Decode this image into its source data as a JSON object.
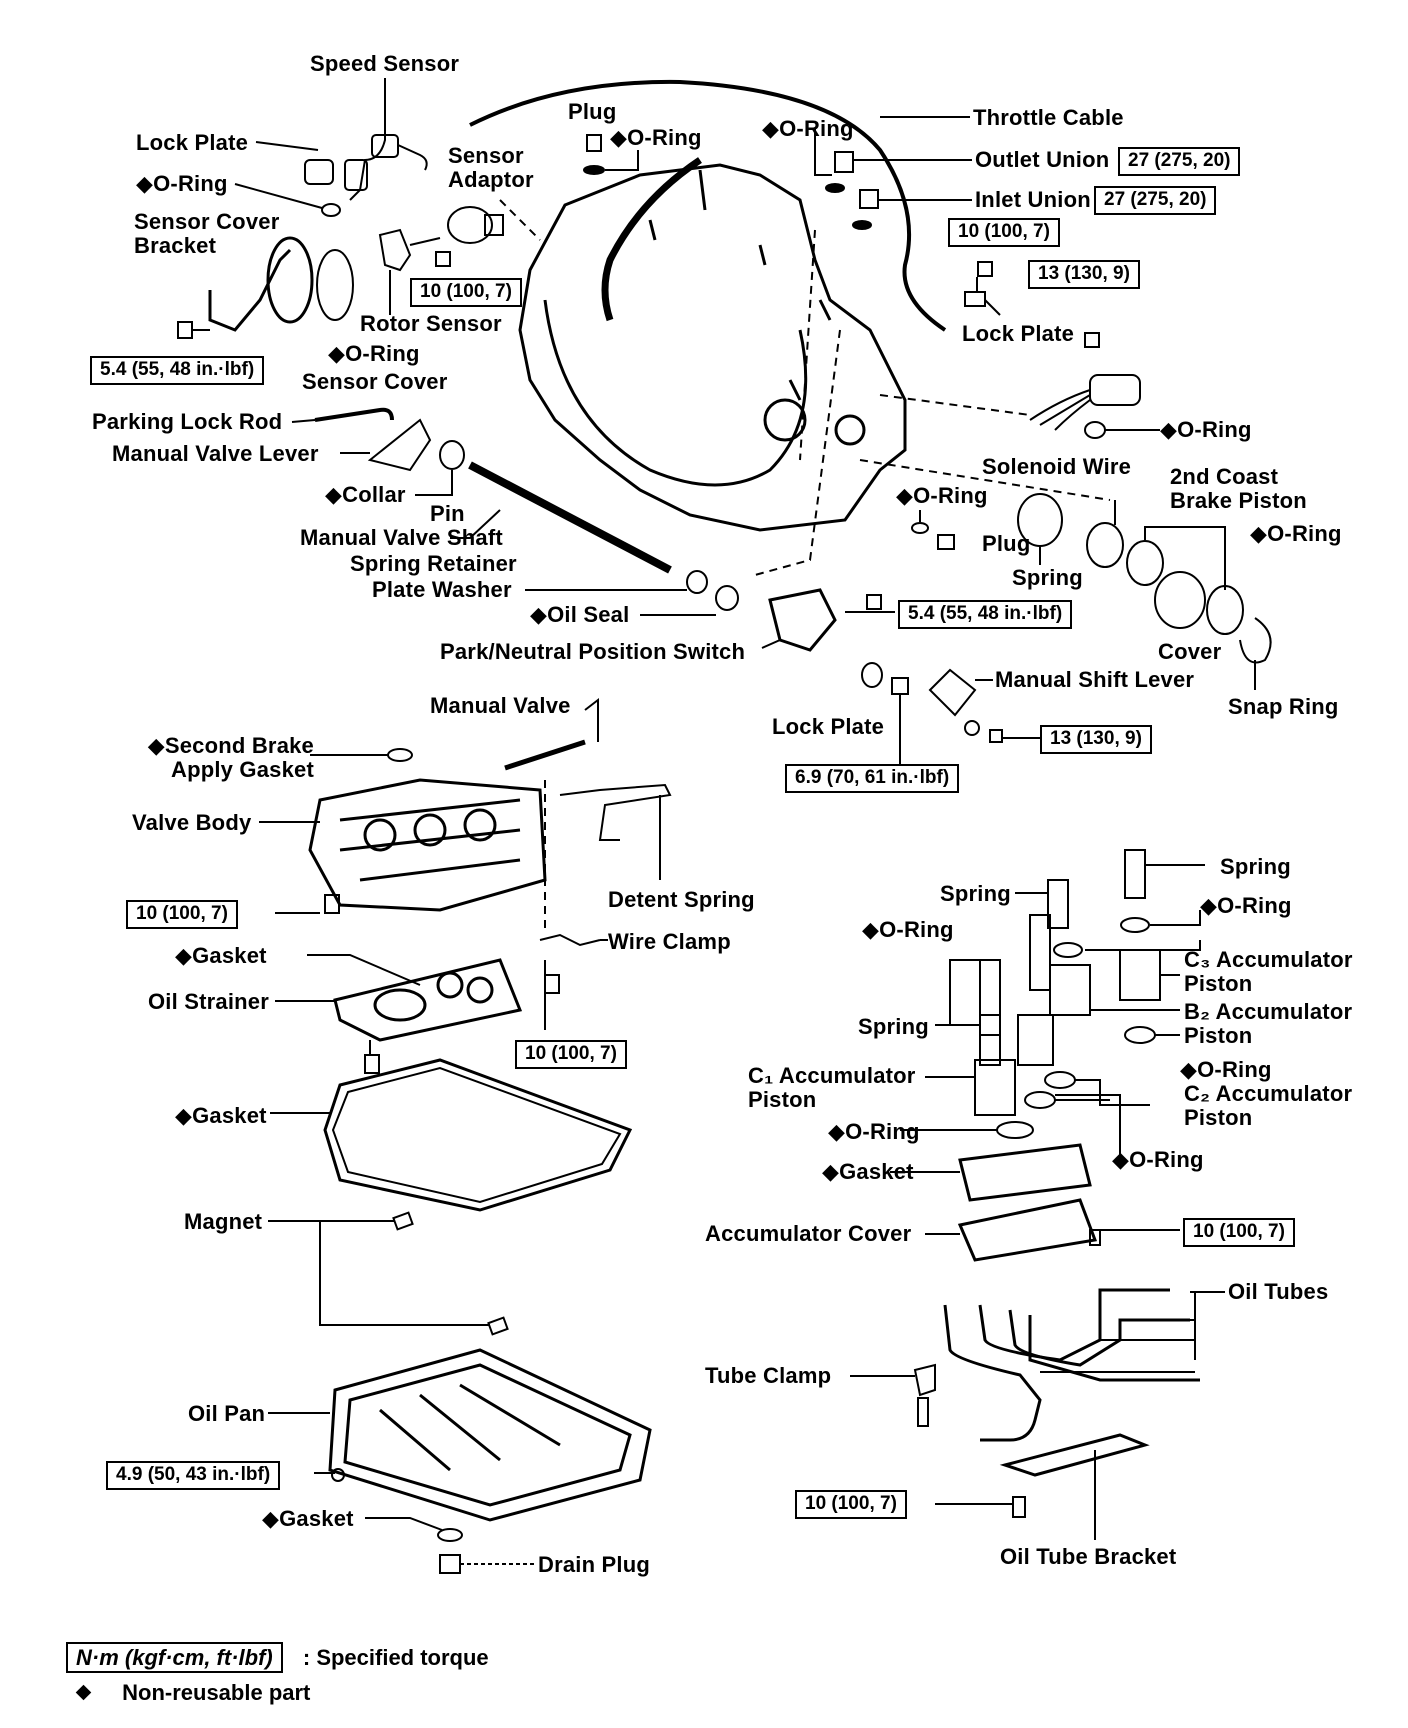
{
  "labels": {
    "speed_sensor": "Speed Sensor",
    "plug_top": "Plug",
    "oring_top": "◆O-Ring",
    "oring_union": "◆O-Ring",
    "throttle_cable": "Throttle Cable",
    "lock_plate_top": "Lock Plate",
    "sensor_adaptor": "Sensor Adaptor",
    "outlet_union": "Outlet Union",
    "inlet_union": "Inlet Union",
    "oring_left": "◆O-Ring",
    "sensor_cover_bracket": "Sensor Cover Bracket",
    "rotor_sensor": "Rotor Sensor",
    "oring_sensor_cover": "◆O-Ring",
    "sensor_cover": "Sensor Cover",
    "lock_plate_right": "Lock Plate",
    "parking_lock_rod": "Parking Lock Rod",
    "manual_valve_lever": "Manual Valve Lever",
    "oring_solenoid": "◆O-Ring",
    "solenoid_wire": "Solenoid Wire",
    "collar": "◆Collar",
    "second_coast_brake_piston": "2nd Coast Brake Piston",
    "oring_plug_mid": "◆O-Ring",
    "pin": "Pin",
    "plug_mid": "Plug",
    "oring_cover": "◆O-Ring",
    "manual_valve_shaft": "Manual Valve Shaft",
    "spring_retainer": "Spring Retainer",
    "spring_mid": "Spring",
    "plate_washer": "Plate Washer",
    "oil_seal": "◆Oil Seal",
    "cover": "Cover",
    "park_neutral_switch": "Park/Neutral Position Switch",
    "manual_shift_lever": "Manual Shift Lever",
    "snap_ring": "Snap Ring",
    "manual_valve": "Manual Valve",
    "lock_plate_lower": "Lock Plate",
    "second_brake_apply_gasket": "◆Second Brake Apply Gasket",
    "valve_body": "Valve Body",
    "spring_c3": "Spring",
    "detent_spring": "Detent Spring",
    "spring_b2": "Spring",
    "oring_c3": "◆O-Ring",
    "oring_b2": "◆O-Ring",
    "wire_clamp": "Wire Clamp",
    "gasket_strainer": "◆Gasket",
    "c3_accumulator_piston": "C₃ Accumulator Piston",
    "oil_strainer": "Oil Strainer",
    "b2_accumulator_piston": "B₂ Accumulator Piston",
    "spring_c1": "Spring",
    "oring_c2": "◆O-Ring",
    "c1_accumulator_piston": "C₁ Accumulator Piston",
    "c2_accumulator_piston": "C₂ Accumulator Piston",
    "gasket_pan": "◆Gasket",
    "oring_c1": "◆O-Ring",
    "oring_lower": "◆O-Ring",
    "gasket_accumulator": "◆Gasket",
    "magnet": "Magnet",
    "accumulator_cover": "Accumulator Cover",
    "oil_tubes": "Oil Tubes",
    "tube_clamp": "Tube Clamp",
    "oil_pan": "Oil Pan",
    "gasket_drain": "◆Gasket",
    "drain_plug": "Drain Plug",
    "oil_tube_bracket": "Oil Tube Bracket"
  },
  "torques": {
    "outlet_union": "27 (275, 20)",
    "inlet_union": "27 (275, 20)",
    "lock_plate_bolt": "10 (100, 7)",
    "solenoid_bolt": "13 (130, 9)",
    "rotor_sensor_bolt": "10 (100, 7)",
    "sensor_cover_bolt": "5.4 (55, 48 in.·lbf)",
    "np_switch_bolt": "5.4 (55, 48 in.·lbf)",
    "shift_lever_nut": "13 (130, 9)",
    "lock_plate_nut": "6.9 (70, 61 in.·lbf)",
    "valve_body_bolt": "10 (100, 7)",
    "strainer_bolt": "10 (100, 7)",
    "accumulator_bolt": "10 (100, 7)",
    "oil_pan_bolt": "4.9 (50, 43 in.·lbf)",
    "tube_bracket_bolt": "10 (100, 7)"
  },
  "legend": {
    "torque_unit": "N·m (kgf·cm, ft·lbf)",
    "torque_text": ":  Specified torque",
    "nonreusable_text": "Non-reusable part"
  }
}
